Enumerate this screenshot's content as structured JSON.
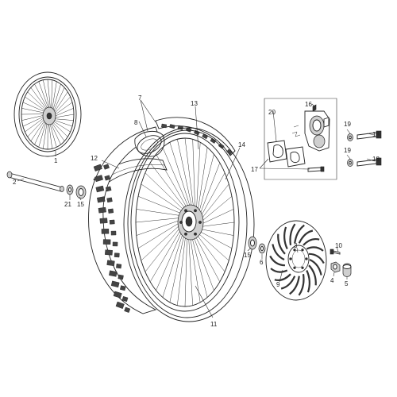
{
  "callouts": {
    "c1": "1",
    "c2": "2",
    "c3": "3",
    "c4": "4",
    "c5": "5",
    "c6": "6",
    "c7": "7",
    "c8": "8",
    "c9": "9",
    "c10": "10",
    "c11": "11",
    "c12": "12",
    "c13": "13",
    "c14": "14",
    "c15a": "15",
    "c15b": "15",
    "c16": "16",
    "c17": "17",
    "c18a": "18",
    "c18b": "18",
    "c19a": "19",
    "c19b": "19",
    "c20": "20",
    "c21": "21"
  }
}
